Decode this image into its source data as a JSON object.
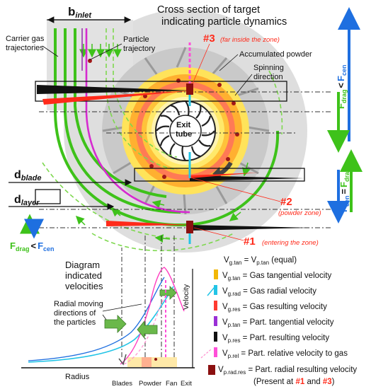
{
  "title": {
    "line1": "Cross section of target",
    "line2": "indicating particle dynamics"
  },
  "labels": {
    "b": "b",
    "b_sub": "inlet",
    "carrier_line1": "Carrier gas",
    "carrier_line2": "trajectories",
    "particle_line1": "Particle",
    "particle_line2": "trajectory",
    "accumulated_powder": "Accumulated powder",
    "spinning_line1": "Spinning",
    "spinning_line2": "direction",
    "exit_line1": "Exit",
    "exit_line2": "tube",
    "d": "d",
    "d_blade_sub": "blade",
    "d_layer_sub": "layer",
    "p3_num": "#3",
    "p3_desc": "(far inside the zone)",
    "p2_num": "#2",
    "p2_desc": "(powder zone)",
    "p1_num": "#1",
    "p1_desc": "(entering the zone)"
  },
  "force_labels": {
    "right_top": {
      "F1": "F",
      "F1_sub": "drag",
      "rel": "<",
      "F2": "F",
      "F2_sub": "cen"
    },
    "right_mid": {
      "F1": "F",
      "F1_sub": "drag",
      "rel": "=",
      "F2": "F",
      "F2_sub": "cen"
    },
    "left": {
      "F1": "F",
      "F1_sub": "drag",
      "rel": "<",
      "F2": "F",
      "F2_sub": "cen"
    }
  },
  "diagram": {
    "title_line1": "Diagram",
    "title_line2": "indicated",
    "title_line3": "velocities",
    "radial_line1": "Radial moving",
    "radial_line2": "directions of",
    "radial_line3": "the particles",
    "axis_y": "Velocity",
    "axis_x": "Radius",
    "ticks": [
      "Blades",
      "Powder",
      "Fan",
      "Exit"
    ]
  },
  "legend": {
    "equation": {
      "left": "V",
      "left_sub": "g.tan",
      "mid": " = ",
      "right": "V",
      "right_sub": "p.tan",
      "tail": " (equal)"
    },
    "items": [
      {
        "sym": "V",
        "sub": "g.tan",
        "text": " = Gas tangential velocity",
        "color": "#f2b705"
      },
      {
        "sym": "V",
        "sub": "g.rad",
        "text": " = Gas radial velocity",
        "color": "#22c4e6"
      },
      {
        "sym": "V",
        "sub": "g.res",
        "text": " = Gas resulting velocity",
        "color": "#ff3b30"
      },
      {
        "sym": "V",
        "sub": "p.tan",
        "text": " = Part. tangential velocity",
        "color": "#9a2fd6"
      },
      {
        "sym": "V",
        "sub": "p.res",
        "text": " = Part. resulting velocity",
        "color": "#111111"
      },
      {
        "sym": "V",
        "sub": "p.rel",
        "text": " = Part. relative velocity to gas",
        "color": "#ff4fd8"
      },
      {
        "sym": "V",
        "sub": "p.rad.res",
        "text": " = Part. radial resulting velocity",
        "color": "#8b1010"
      }
    ],
    "note_prefix": "(Present at ",
    "note_a": "#1",
    "note_mid": " and ",
    "note_b": "#3",
    "note_suffix": ")"
  },
  "colors": {
    "red": "#ff2a1a",
    "green": "#3ec21a",
    "blue": "#1e6fe0",
    "magenta": "#d62ad0",
    "cyan": "#22c4e6"
  }
}
